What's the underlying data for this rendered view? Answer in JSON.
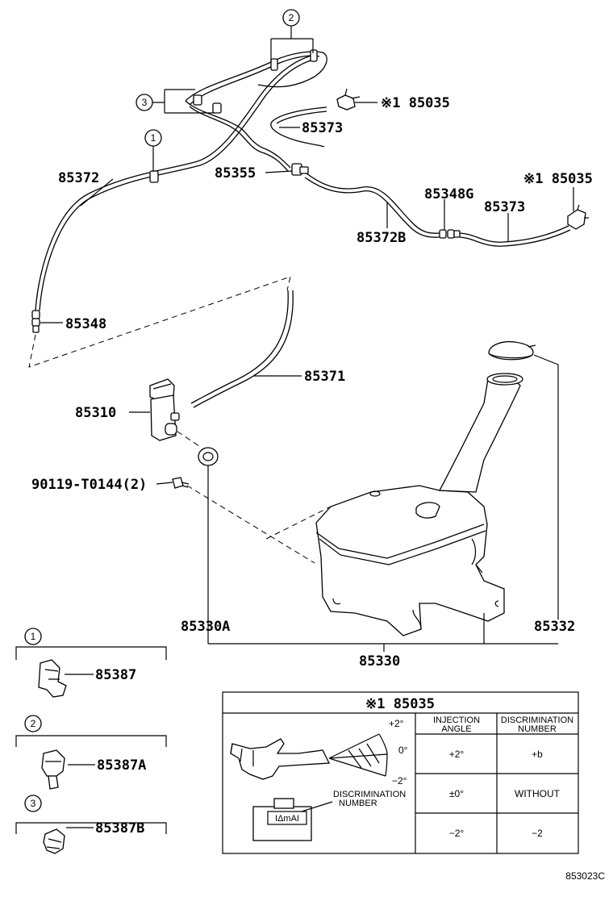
{
  "labels": {
    "p85035_top": "※1 85035",
    "p85373_top": "85373",
    "p85372": "85372",
    "p85355": "85355",
    "p85348G": "85348G",
    "p85035_right": "※1 85035",
    "p85373_right": "85373",
    "p85372B": "85372B",
    "p85348": "85348",
    "p85371": "85371",
    "p85310": "85310",
    "p90119": "90119-T0144(2)",
    "p85330A": "85330A",
    "p85332": "85332",
    "p85330": "85330",
    "p85387": "85387",
    "p85387A": "85387A",
    "p85387B": "85387B",
    "diagram_code": "853023C"
  },
  "callouts": {
    "c1": "1",
    "c2": "2",
    "c3": "3"
  },
  "detail_table": {
    "title": "※1 85035",
    "col_headers": [
      "INJECTION\nANGLE",
      "DISCRIMINATION\nNUMBER"
    ],
    "header_injection": "INJECTION",
    "header_angle": "ANGLE",
    "header_discrimination": "DISCRIMINATION",
    "header_number": "NUMBER",
    "rows": [
      {
        "angle": "+2°",
        "number": "+b"
      },
      {
        "angle": "±0°",
        "number": "WITHOUT"
      },
      {
        "angle": "−2°",
        "number": "−2"
      }
    ],
    "fig_plus2": "+2°",
    "fig_zero": "0°",
    "fig_minus2": "−2°",
    "fig_discrimination": "DISCRIMINATION",
    "fig_number": "NUMBER",
    "fig_marking": "IΔmAI"
  }
}
